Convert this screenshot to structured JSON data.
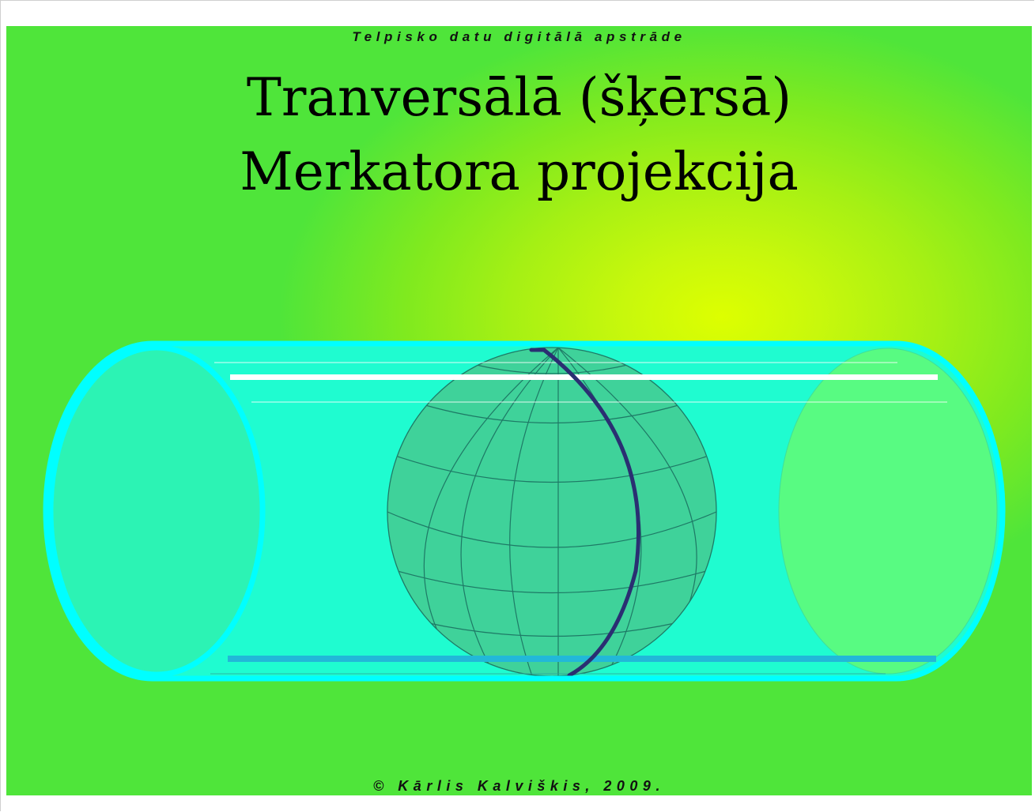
{
  "header": {
    "course": "Telpisko datu digitālā apstrāde"
  },
  "title": {
    "line1": "Tranversālā (šķērsā)",
    "line2": "Merkatora projekcija"
  },
  "footer": {
    "copyright": "© Kārlis Kalviškis, 2009."
  },
  "colors": {
    "background_green": "#4fe53a",
    "background_yellow": "#ddff00",
    "cylinder_outline": "#00ffff",
    "cylinder_fill": "#1ffcd0",
    "globe_fill": "#3fd29a",
    "globe_grid": "#1e7a66",
    "central_meridian": "#2a2f72",
    "top_tangent_line": "#ffffff",
    "bottom_tangent_line": "#22b8d8"
  }
}
